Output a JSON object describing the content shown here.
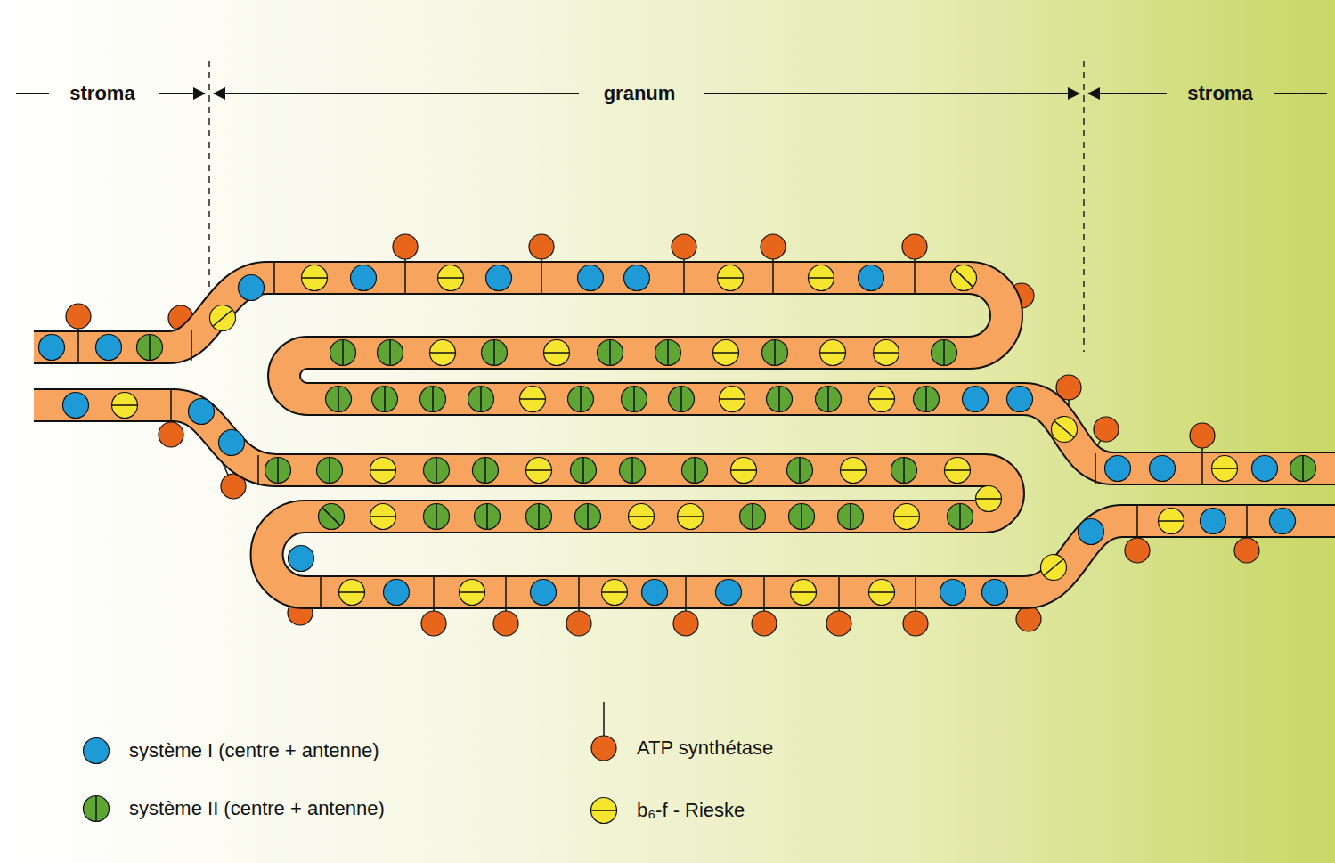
{
  "diagram": {
    "labels": [
      "stroma",
      "granum",
      "stroma"
    ],
    "legend": [
      {
        "text": "système I (centre + antenne)",
        "color": "#1e9bd7"
      },
      {
        "text": "système II (centre + antenne)"
      },
      {
        "text": "ATP synthétase"
      },
      {
        "text": "b₆-f - Rieske"
      }
    ]
  }
}
